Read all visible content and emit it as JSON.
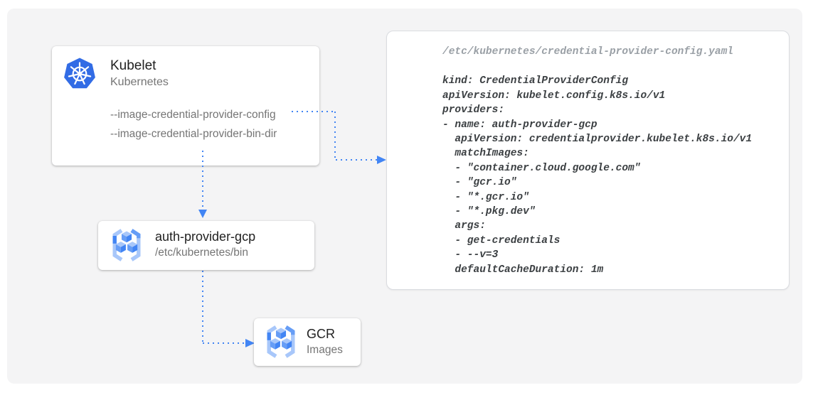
{
  "kubelet_card": {
    "title": "Kubelet",
    "subtitle": "Kubernetes",
    "flags": [
      "--image-credential-provider-config",
      "--image-credential-provider-bin-dir"
    ],
    "icon": "kubernetes-icon"
  },
  "auth_card": {
    "title": "auth-provider-gcp",
    "subtitle": "/etc/kubernetes/bin",
    "icon": "container-registry-icon"
  },
  "gcr_card": {
    "title": "GCR",
    "subtitle": "Images",
    "icon": "container-registry-icon"
  },
  "config_panel": {
    "path": "/etc/kubernetes/credential-provider-config.yaml",
    "yaml": "kind: CredentialProviderConfig\napiVersion: kubelet.config.k8s.io/v1\nproviders:\n- name: auth-provider-gcp\n  apiVersion: credentialprovider.kubelet.k8s.io/v1\n  matchImages:\n  - \"container.cloud.google.com\"\n  - \"gcr.io\"\n  - \"*.gcr.io\"\n  - \"*.pkg.dev\"\n  args:\n  - get-credentials\n  - --v=3\n  defaultCacheDuration: 1m"
  },
  "colors": {
    "arrow": "#4285F4",
    "kubernetes_blue": "#326CE5",
    "registry_light": "#A8C7FA",
    "registry_mid": "#669DF6",
    "registry_dark": "#4285F4",
    "title_text": "#212121",
    "muted_text": "#757575",
    "code_text": "#3C4043",
    "code_path_text": "#9AA0A6",
    "panel_bg": "#F4F4F5"
  }
}
